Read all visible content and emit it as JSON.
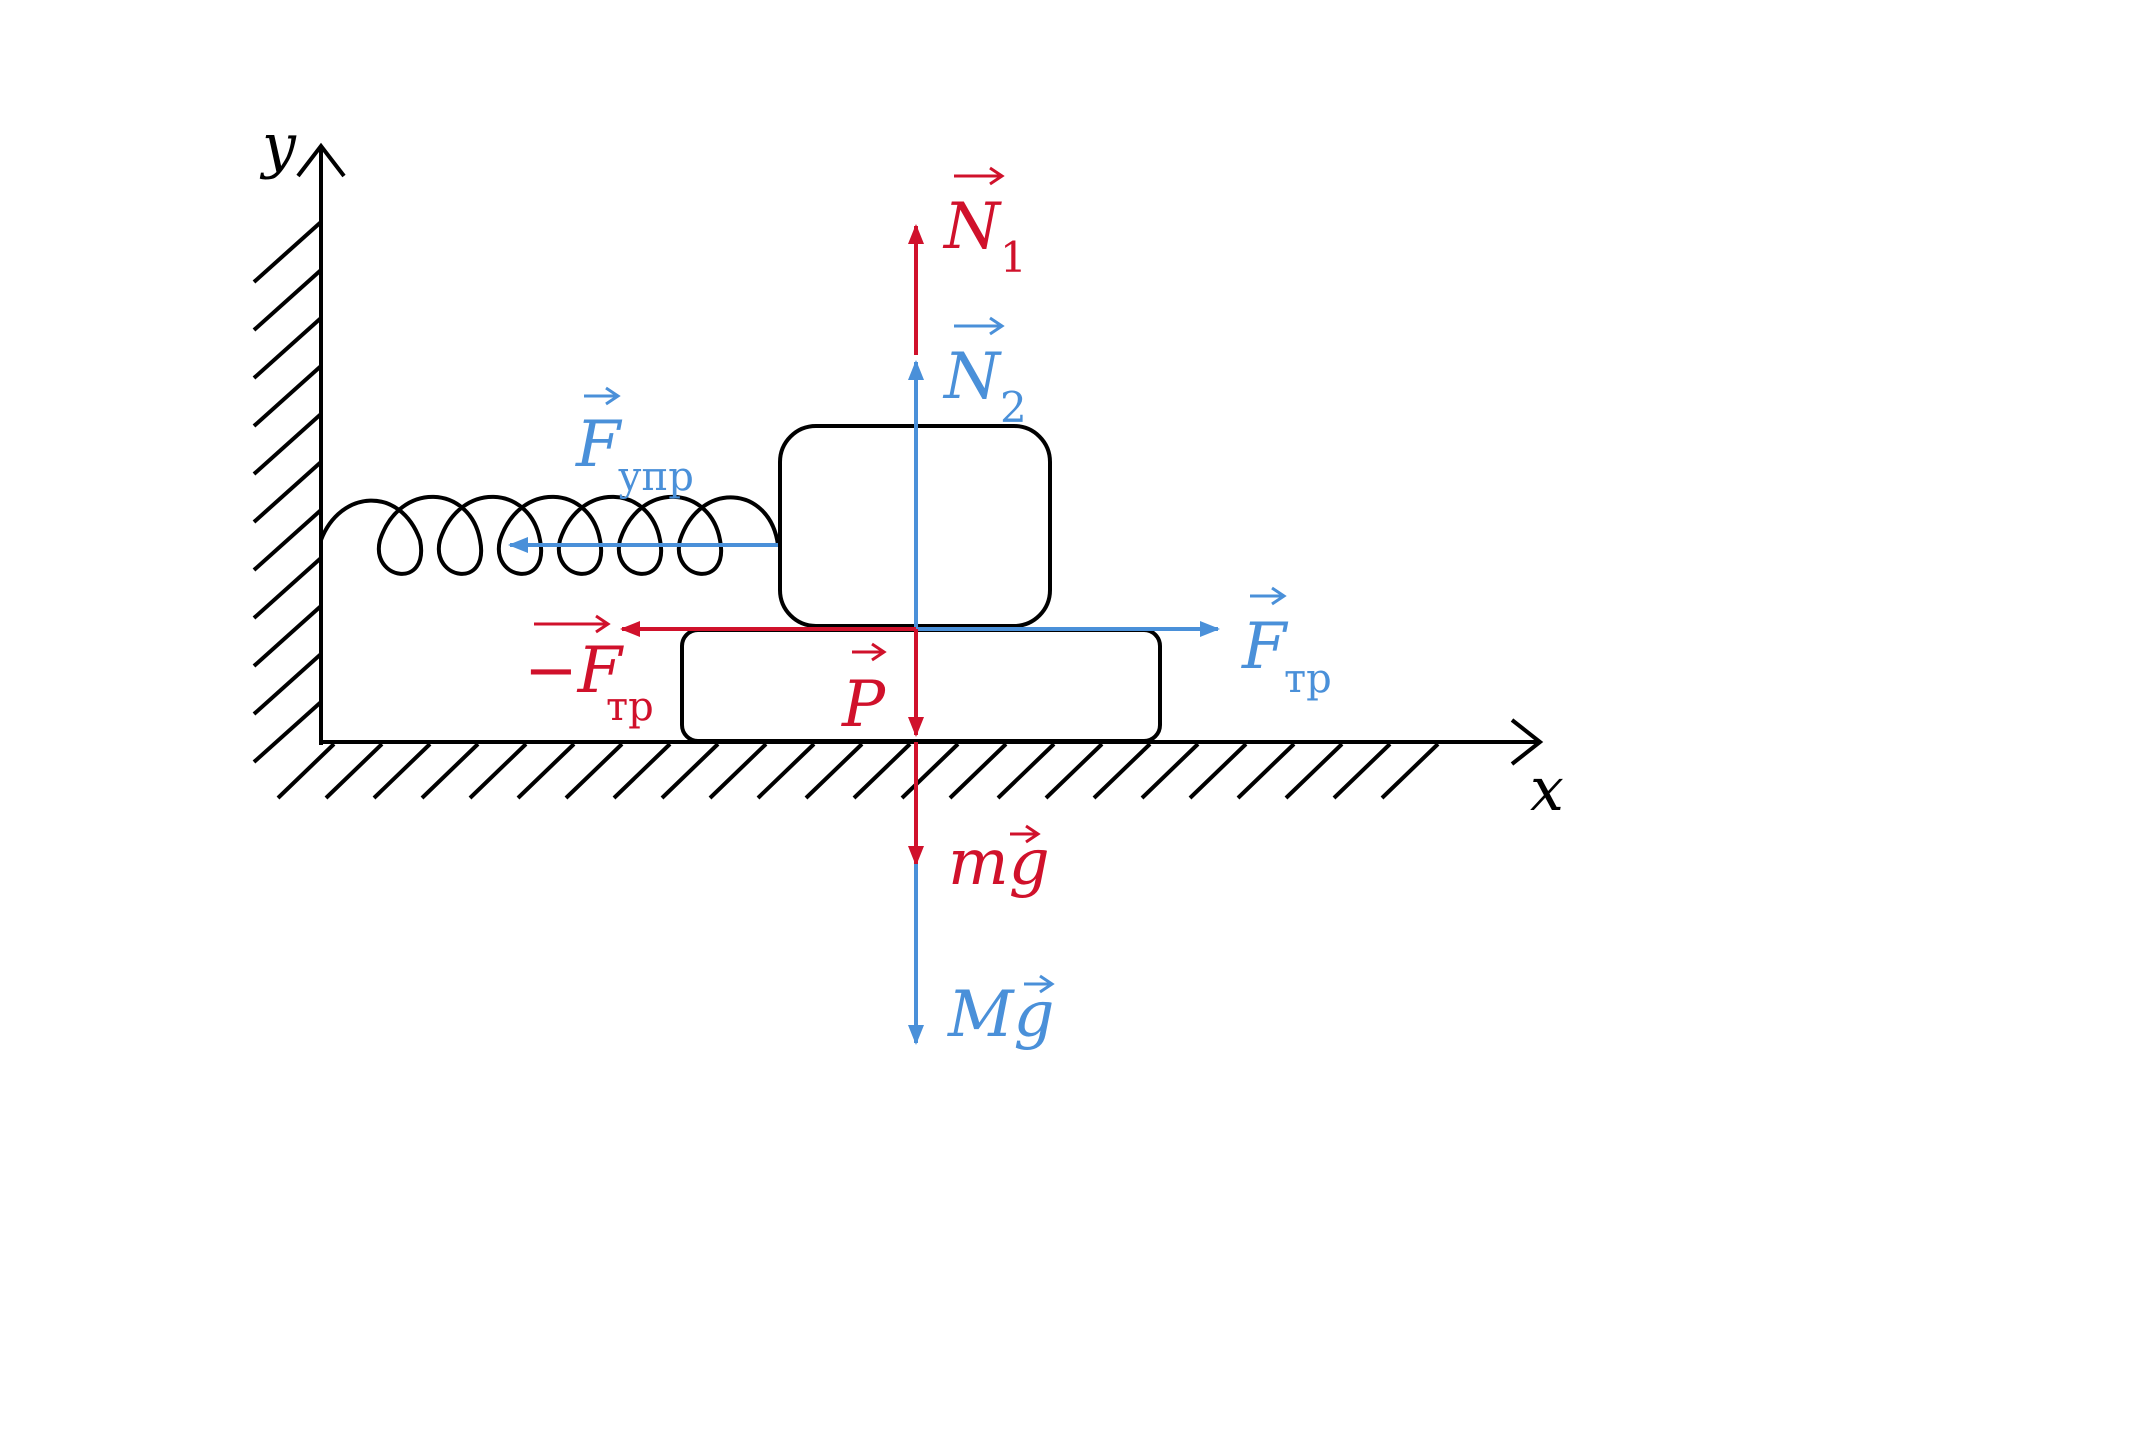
{
  "colors": {
    "force_red": "#d0112b",
    "force_blue": "#4a90d9",
    "ink": "#000000"
  },
  "axes": {
    "x_label": "x",
    "y_label": "y"
  },
  "forces": {
    "n1": {
      "symbol": "N",
      "sub": "1"
    },
    "n2": {
      "symbol": "N",
      "sub": "2"
    },
    "f_upr": {
      "symbol": "F",
      "sub": "упр"
    },
    "f_tr": {
      "symbol": "F",
      "sub": "тр"
    },
    "minus_f_tr": {
      "sign": "−",
      "symbol": "F",
      "sub": "тр"
    },
    "p": {
      "symbol": "P"
    },
    "mg": {
      "mass": "m",
      "g": "g"
    },
    "Mg": {
      "mass": "M",
      "g": "g"
    }
  }
}
